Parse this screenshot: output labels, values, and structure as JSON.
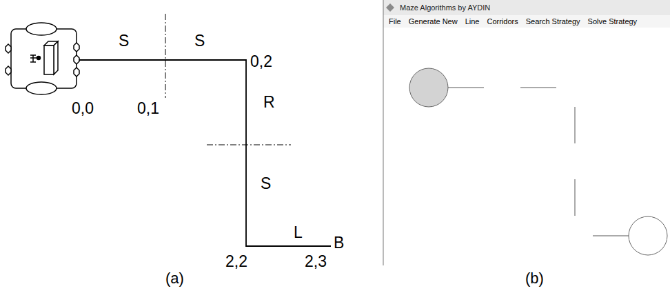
{
  "diagram": {
    "labels": [
      "S",
      "S",
      "0,2",
      "R",
      "S",
      "L",
      "B",
      "0,0",
      "0,1",
      "2,2",
      "2,3",
      "(a)",
      "(b)",
      "Maze Algorithms by AYDIN",
      "File",
      "Generate New",
      "Line",
      "Corridors",
      "Search Strategy",
      "Solve Strategy"
    ]
  }
}
